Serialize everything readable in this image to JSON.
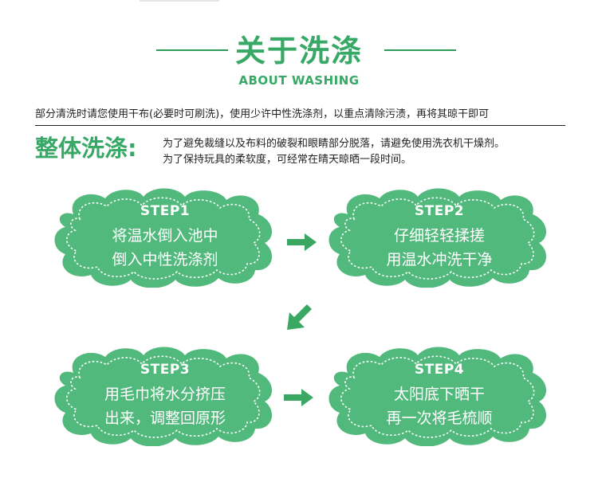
{
  "header": {
    "title": "关于洗涤",
    "subtitle": "ABOUT WASHING"
  },
  "note": "部分清洗时请您使用干布(必要时可刷洗)，使用少许中性洗涤剂，以重点清除污渍，再将其晾干即可",
  "whole_wash": {
    "label": "整体洗涤:",
    "line1": "为了避免裁缝以及布料的破裂和眼睛部分脱落，请避免使用洗衣机干燥剂。",
    "line2": "为了保持玩具的柔软度，可经常在晴天晾晒一段时间。"
  },
  "steps": [
    {
      "name": "STEP1",
      "line1": "将温水倒入池中",
      "line2": "倒入中性洗涤剂"
    },
    {
      "name": "STEP2",
      "line1": "仔细轻轻揉搓",
      "line2": "用温水冲洗干净"
    },
    {
      "name": "STEP3",
      "line1": "用毛巾将水分挤压",
      "line2": "出来，调整回原形"
    },
    {
      "name": "STEP4",
      "line1": "太阳底下晒干",
      "line2": "再一次将毛梳顺"
    }
  ],
  "icons": {
    "arrow_right": "arrow-right-icon",
    "arrow_down_left": "arrow-down-left-icon"
  },
  "colors": {
    "brand_green": "#37a865",
    "cloud_green": "#52b97c",
    "arrow_green": "#3aa863"
  }
}
